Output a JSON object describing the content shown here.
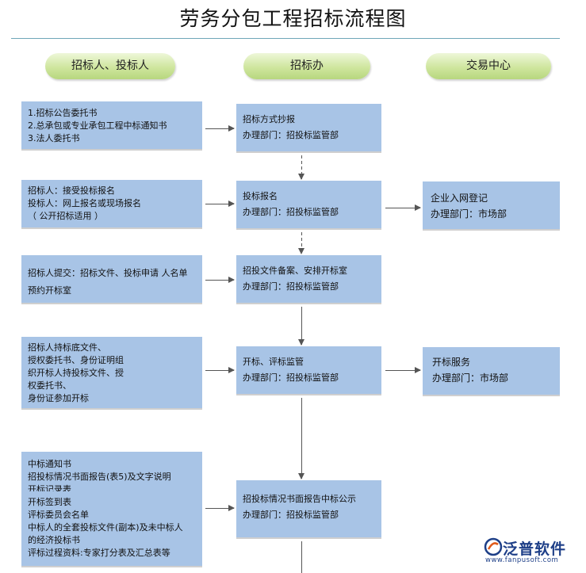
{
  "title": "劳务分包工程招标流程图",
  "lanes": [
    "招标人、投标人",
    "招标办",
    "交易中心"
  ],
  "left_boxes": [
    [
      "1.招标公告委托书",
      "2.总承包或专业承包工程中标通知书",
      "3.法人委托书"
    ],
    [
      "招标人：接受投标报名",
      "投标人：网上报名或现场报名",
      "（ 公开招标适用 ）"
    ],
    [
      "招标人提交：招标文件、投标申请 人名单",
      "预约开标室"
    ],
    [
      "招标人持标底文件、",
      "授权委托书、身份证明组",
      "织开标人持投标文件、授",
      "权委托书、",
      "身份证参加开标"
    ],
    [
      "中标通知书",
      "招投标情况书面报告(表5)及文字说明",
      "开标记录表"
    ],
    [
      "开标签到表",
      "评标委员会名单",
      "中标人的全套投标文件(副本)及未中标人",
      "的经济投标书",
      "评标过程资料:专家打分表及汇总表等"
    ]
  ],
  "middle_boxes": [
    [
      "招标方式抄报",
      "办理部门：招投标监管部"
    ],
    [
      "投标报名",
      "办理部门：招投标监管部"
    ],
    [
      "招投文件备案、安排开标室",
      "办理部门：招投标监管部"
    ],
    [
      "开标、评标监管",
      "办理部门：招投标监管部"
    ],
    [
      "招投标情况书面报告中标公示",
      "办理部门：招投标监管部"
    ]
  ],
  "right_boxes": [
    [
      "企业入网登记",
      "办理部门：市场部"
    ],
    [
      "开标服务",
      "办理部门：市场部"
    ]
  ],
  "logo": {
    "brand": "泛普软件",
    "site": "www.fanpusoft.com"
  },
  "colors": {
    "box_fill": "#a8c4e6",
    "lane_fill": "#cfe69e",
    "arrow": "#555555",
    "brand": "#1e3f88"
  }
}
